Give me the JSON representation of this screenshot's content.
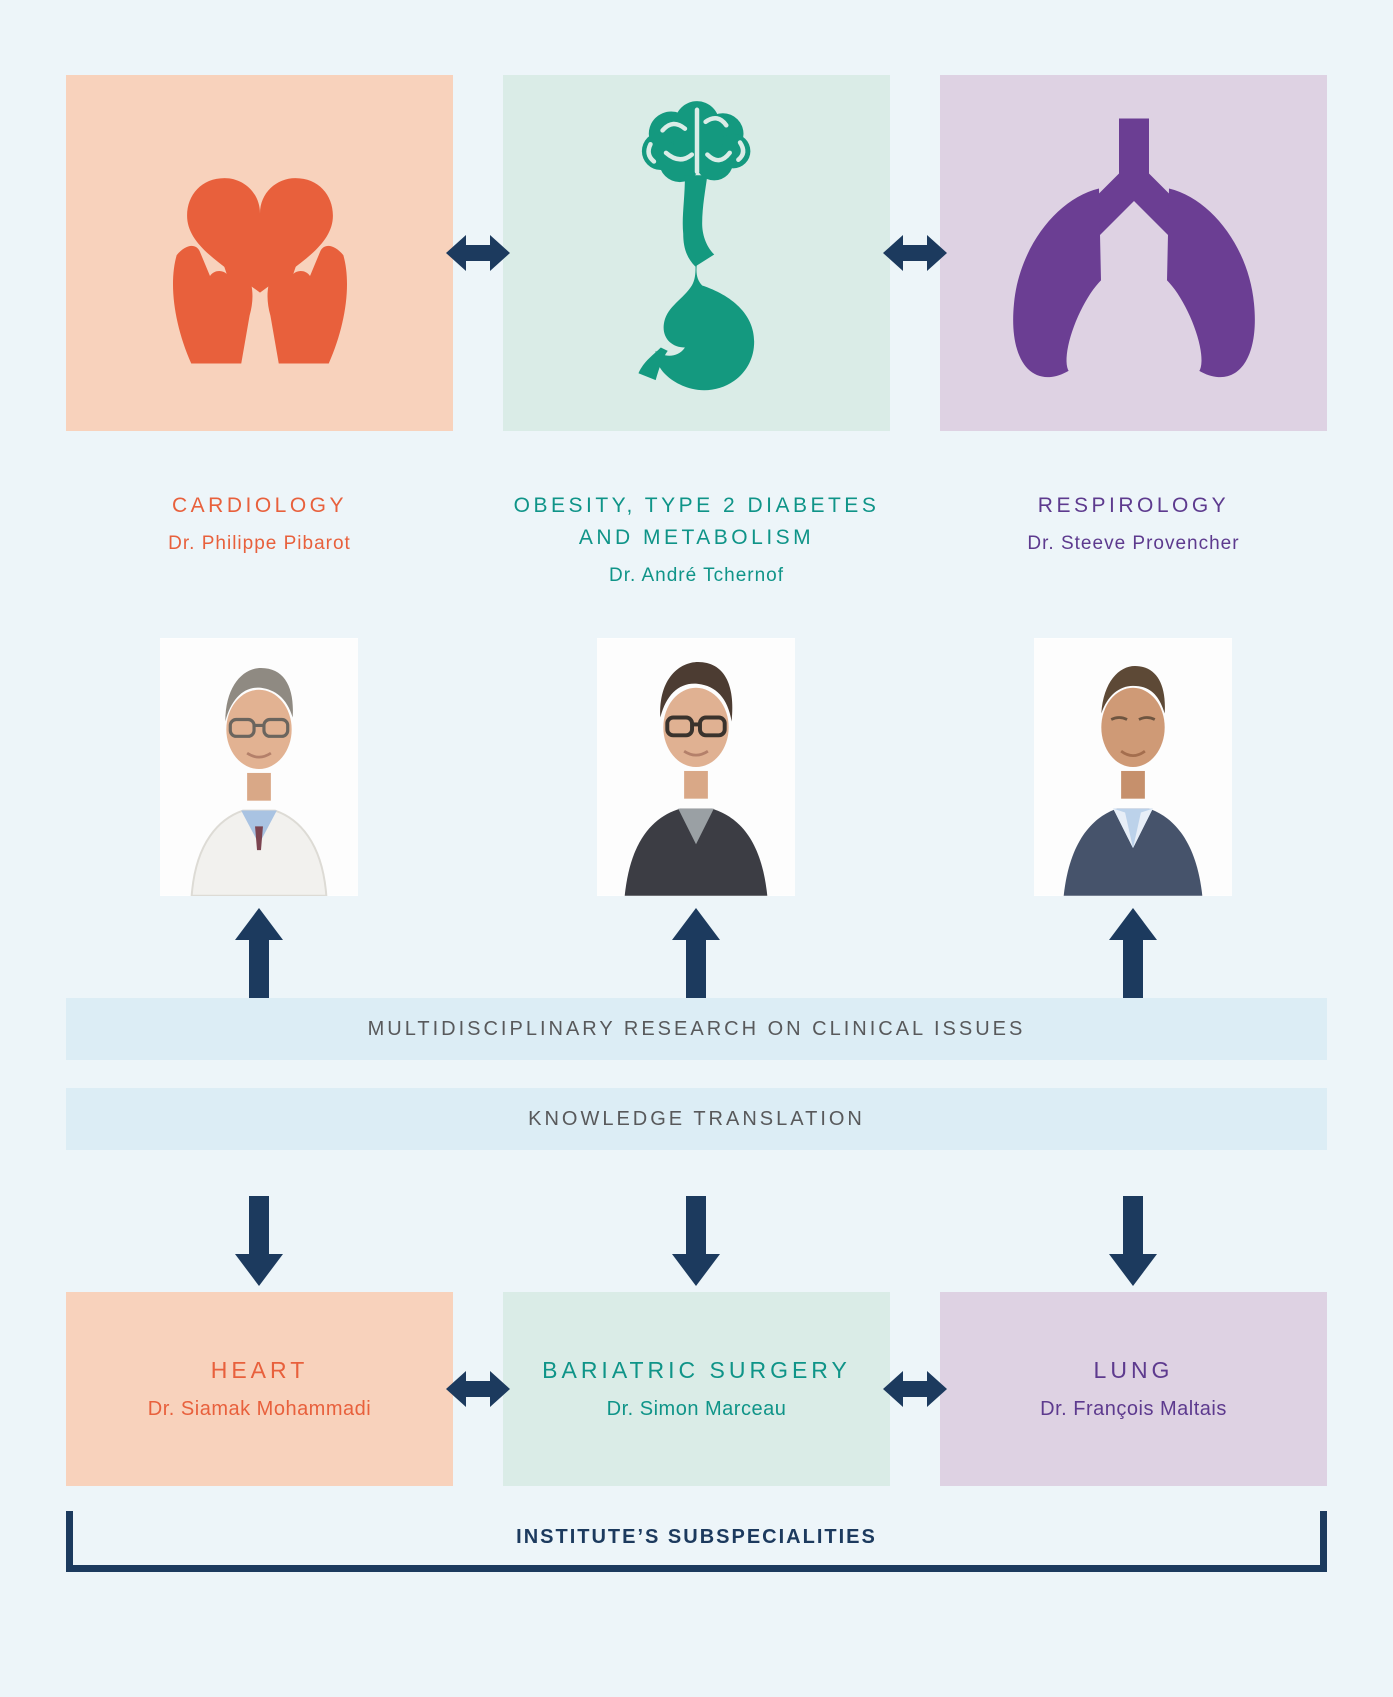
{
  "diagram": {
    "top_specialties": [
      {
        "title": "CARDIOLOGY",
        "doctor": "Dr. Philippe Pibarot",
        "icon": "heart-in-hands-icon"
      },
      {
        "title": "OBESITY, TYPE 2 DIABETES AND METABOLISM",
        "doctor": "Dr. André Tchernof",
        "icon": "brain-stomach-icon"
      },
      {
        "title": "RESPIROLOGY",
        "doctor": "Dr. Steeve Provencher",
        "icon": "lungs-icon"
      }
    ],
    "bands": {
      "research": "MULTIDISCIPLINARY RESEARCH ON CLINICAL ISSUES",
      "knowledge": "KNOWLEDGE TRANSLATION"
    },
    "subspecialties": [
      {
        "title": "HEART",
        "doctor": "Dr. Siamak Mohammadi"
      },
      {
        "title": "BARIATRIC SURGERY",
        "doctor": "Dr. Simon Marceau"
      },
      {
        "title": "LUNG",
        "doctor": "Dr. François Maltais"
      }
    ],
    "footer": {
      "bracket_label": "INSTITUTE’S SUBSPECIALITIES"
    },
    "colors": {
      "page_bg": "#EDF5F9",
      "band_bg": "#DCEDF5",
      "band_text": "#58595B",
      "arrow_navy": "#1C3A5E",
      "cardiology_accent": "#E8603C",
      "cardiology_tile": "#F8D2BC",
      "obesity_accent": "#0F9488",
      "obesity_tile": "#DAECE7",
      "respirology_accent": "#5D3A8E",
      "respirology_tile": "#DED2E3"
    }
  }
}
